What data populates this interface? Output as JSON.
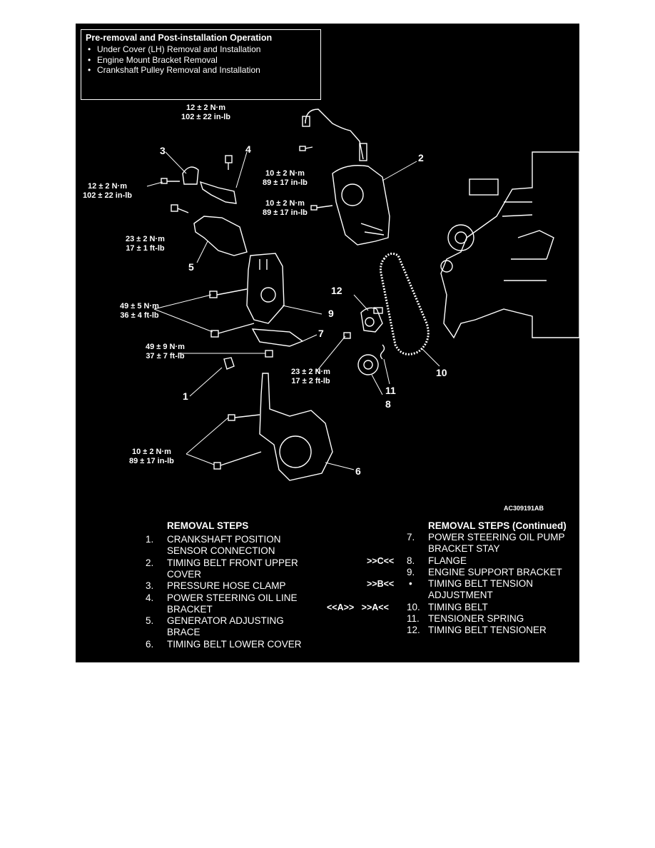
{
  "pre_operation": {
    "title": "Pre-removal and Post-installation Operation",
    "items": [
      "Under Cover (LH) Removal and Installation",
      "Engine Mount Bracket Removal",
      "Crankshaft Pulley Removal and Installation"
    ]
  },
  "torques": {
    "t1": [
      "12 ± 2 N·m",
      "102 ± 22 in-lb"
    ],
    "t2": [
      "12 ± 2 N·m",
      "102 ± 22 in-lb"
    ],
    "t3": [
      "10 ± 2 N·m",
      "89 ± 17 in-lb"
    ],
    "t4": [
      "10 ± 2 N·m",
      "89 ± 17 in-lb"
    ],
    "t5": [
      "23 ± 2 N·m",
      "17 ± 1 ft-lb"
    ],
    "t6": [
      "49 ± 5 N·m",
      "36 ± 4 ft-lb"
    ],
    "t7": [
      "49 ± 9 N·m",
      "37 ± 7 ft-lb"
    ],
    "t8": [
      "23 ± 2 N·m",
      "17 ± 2 ft-lb"
    ],
    "t9": [
      "10 ± 2 N·m",
      "89 ± 17 in-lb"
    ]
  },
  "callouts": [
    "1",
    "2",
    "3",
    "4",
    "5",
    "6",
    "7",
    "8",
    "9",
    "10",
    "11",
    "12"
  ],
  "figure_code": "AC309191AB",
  "removal_steps": {
    "heading": "REMOVAL STEPS",
    "steps": [
      {
        "num": "1.",
        "lines": [
          "CRANKSHAFT POSITION",
          "SENSOR CONNECTION"
        ]
      },
      {
        "num": "2.",
        "lines": [
          "TIMING BELT FRONT UPPER",
          "COVER"
        ]
      },
      {
        "num": "3.",
        "lines": [
          "PRESSURE HOSE CLAMP"
        ]
      },
      {
        "num": "4.",
        "lines": [
          "POWER STEERING OIL LINE",
          "BRACKET"
        ]
      },
      {
        "num": "5.",
        "lines": [
          "GENERATOR ADJUSTING",
          "BRACE"
        ]
      },
      {
        "num": "6.",
        "lines": [
          "TIMING BELT LOWER COVER"
        ]
      }
    ]
  },
  "removal_steps_continued": {
    "heading": "REMOVAL STEPS (Continued)",
    "steps": [
      {
        "num": "7.",
        "lines": [
          "POWER STEERING OIL PUMP",
          "BRACKET STAY"
        ],
        "mark": ""
      },
      {
        "num": "8.",
        "lines": [
          "FLANGE"
        ],
        "mark": ">>C<<"
      },
      {
        "num": "9.",
        "lines": [
          "ENGINE SUPPORT BRACKET"
        ],
        "mark": ""
      },
      {
        "num": "•",
        "lines": [
          "TIMING BELT TENSION",
          "ADJUSTMENT"
        ],
        "mark": ">>B<<"
      },
      {
        "num": "10.",
        "lines": [
          "TIMING BELT"
        ],
        "mark": "<<A>>   >>A<<"
      },
      {
        "num": "11.",
        "lines": [
          "TENSIONER SPRING"
        ],
        "mark": ""
      },
      {
        "num": "12.",
        "lines": [
          "TIMING BELT TENSIONER"
        ],
        "mark": ""
      }
    ]
  }
}
